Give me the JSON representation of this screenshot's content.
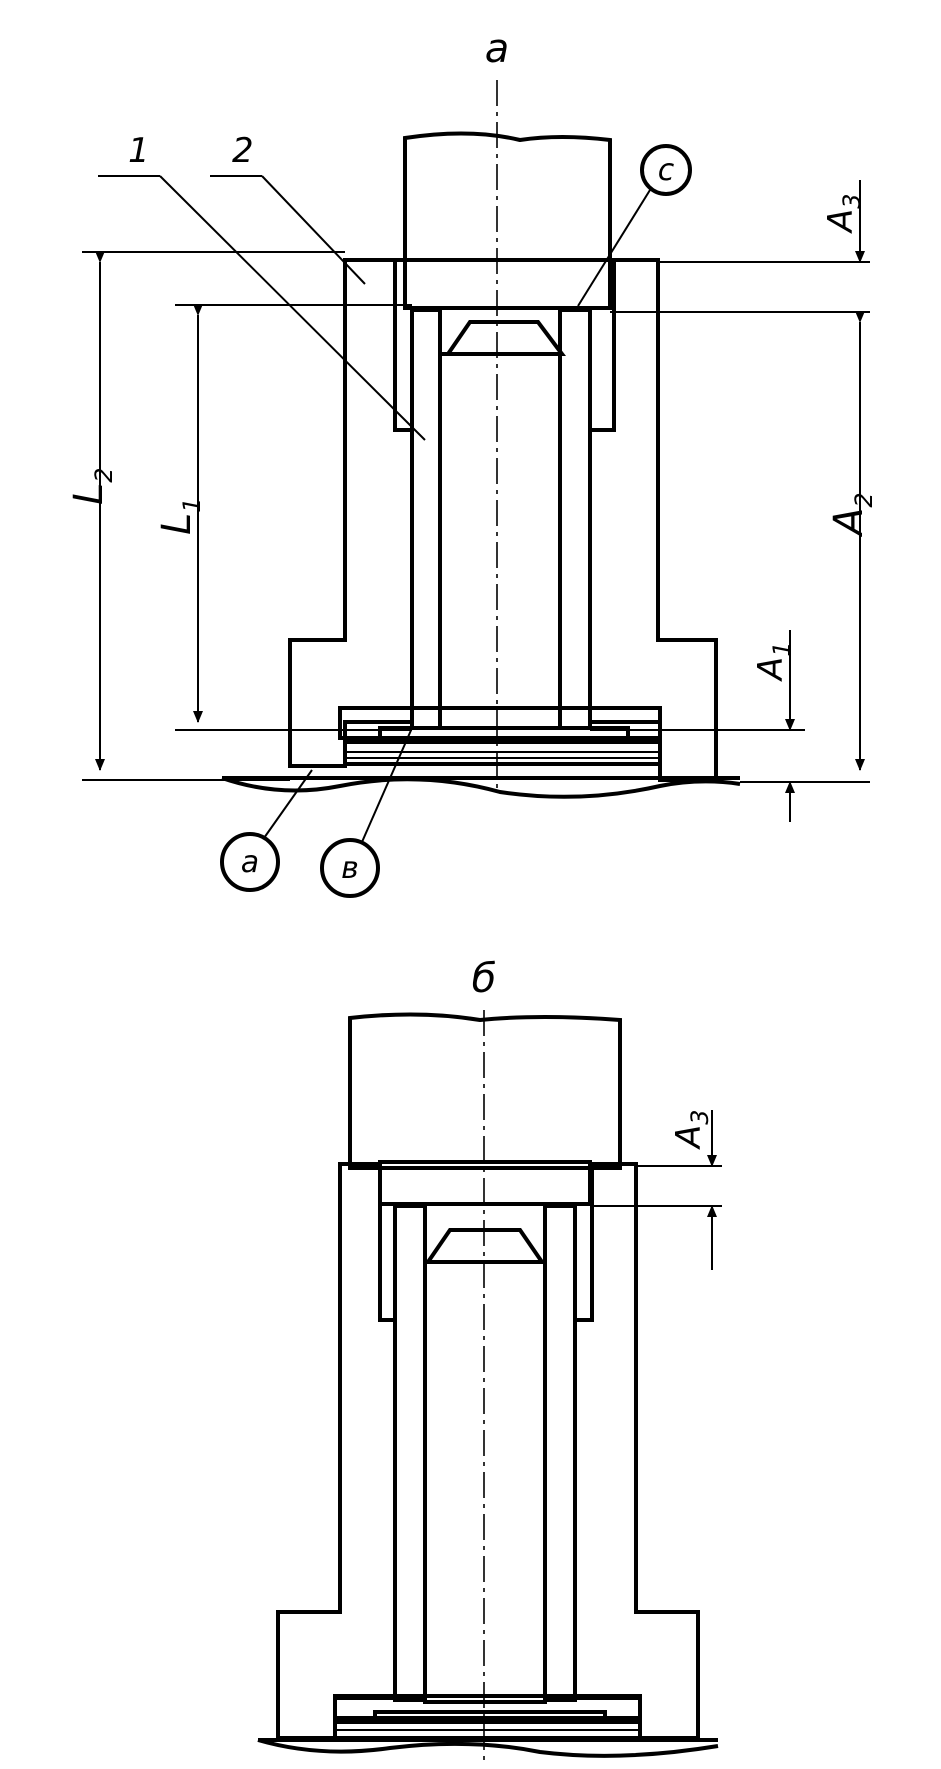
{
  "views": {
    "top": {
      "title": "a",
      "part_labels": {
        "one": "1",
        "two": "2"
      },
      "circled": {
        "c": "c",
        "a": "a",
        "b": "в"
      },
      "dims": {
        "L2": {
          "main": "L",
          "sub": "2"
        },
        "L1": {
          "main": "L",
          "sub": "1"
        },
        "A1": {
          "main": "A",
          "sub": "1"
        },
        "A2": {
          "main": "A",
          "sub": "2"
        },
        "A3": {
          "main": "A",
          "sub": "3"
        }
      }
    },
    "bottom": {
      "title": "б",
      "dims": {
        "A3": {
          "main": "A",
          "sub": "3"
        }
      }
    }
  },
  "colors": {
    "ink": "#000000",
    "paper": "#ffffff"
  }
}
